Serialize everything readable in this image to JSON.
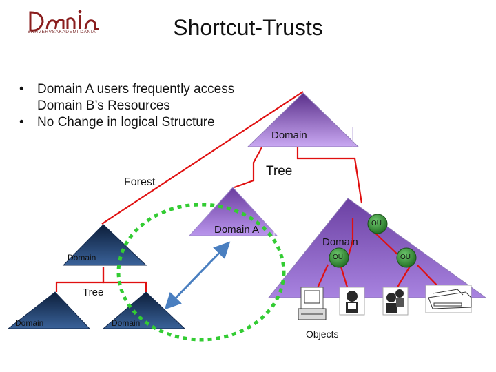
{
  "slide": {
    "title": "Shortcut-Trusts",
    "logo_text": "ERHVERVSAKADEMI DANIA",
    "bullets": [
      "Domain A users frequently access Domain B’s Resources",
      "No Change in logical Structure"
    ]
  },
  "diagram": {
    "top_domain_label": "Domain",
    "tree_label_right": "Tree",
    "forest_label": "Forest",
    "domain_a_label": "Domain A",
    "domain_b_label": "Domain",
    "left_domain_label": "Domain",
    "tree_label_left": "Tree",
    "bottom_left_domain_label": "Domain",
    "bottom_mid_domain_label": "Domain",
    "ou_label": "OU",
    "objects_label": "Objects"
  },
  "colors": {
    "trust_line": "#e01010",
    "shortcut_arrow": "#4a7fc0",
    "shortcut_circle": "#33cc33",
    "purple_triangle": "#9b6fd6",
    "navy_triangle": "#1f3f6a",
    "ou_circle": "#2e8a2e"
  },
  "icons": [
    "dania-logo",
    "computer-icon",
    "users-icon",
    "printer-icon"
  ]
}
